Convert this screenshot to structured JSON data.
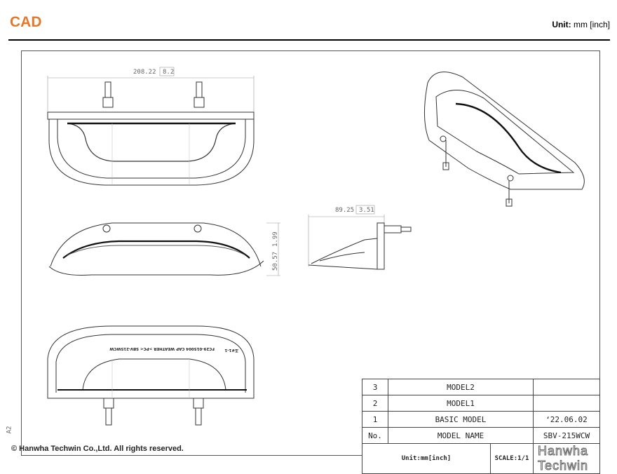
{
  "header": {
    "title": "CAD",
    "unit_label": "Unit:",
    "unit_value": "mm [inch]"
  },
  "dimensions": {
    "width_top": "208.22",
    "width_top_inch": "8.2",
    "depth_side": "89.25",
    "depth_side_inch": "3.51",
    "height_front": "50.57",
    "height_front_inch": "1.99"
  },
  "part_markings": {
    "line1": "FC29-015004  CAP WEATHER  >PC<  SBV-215WCW",
    "line2": "조#1-1"
  },
  "title_block": {
    "rows": [
      {
        "no": "3",
        "name": "MODEL2",
        "value": ""
      },
      {
        "no": "2",
        "name": "MODEL1",
        "value": ""
      },
      {
        "no": "1",
        "name": "BASIC MODEL",
        "value": "‘22.06.02"
      },
      {
        "no": "No.",
        "name": "MODEL NAME",
        "value": "SBV-215WCW"
      }
    ],
    "unit": "Unit:mm[inch]",
    "scale": "SCALE:1/1",
    "logo_text": "Hanwha Techwin"
  },
  "sheet_size": "A2",
  "copyright": "© Hanwha Techwin Co.,Ltd. All rights reserved."
}
